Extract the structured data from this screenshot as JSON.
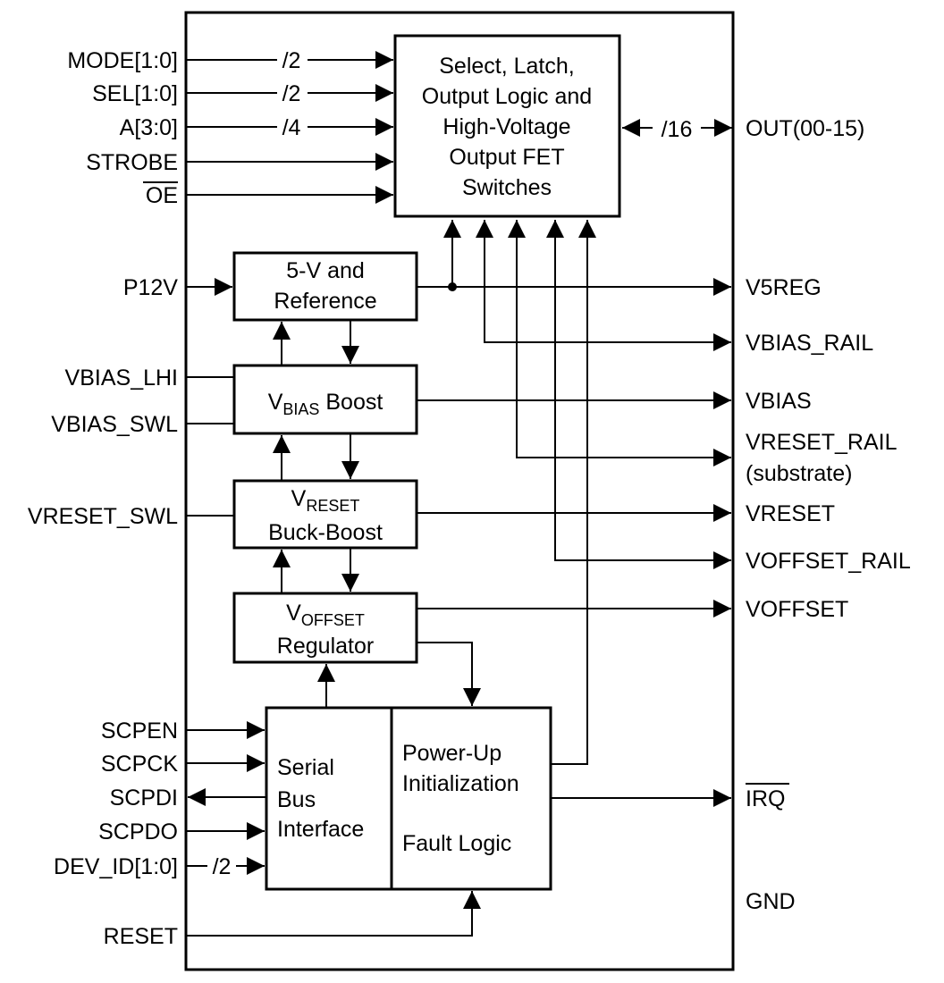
{
  "inputs": {
    "mode": "MODE[1:0]",
    "sel": "SEL[1:0]",
    "a": "A[3:0]",
    "strobe": "STROBE",
    "oe": "OE",
    "p12v": "P12V",
    "vbias_lhi": "VBIAS_LHI",
    "vbias_swl": "VBIAS_SWL",
    "vreset_swl": "VRESET_SWL",
    "scpen": "SCPEN",
    "scpck": "SCPCK",
    "scpdi": "SCPDI",
    "scpdo": "SCPDO",
    "dev_id": "DEV_ID[1:0]",
    "reset": "RESET"
  },
  "bus_widths": {
    "mode": "/2",
    "sel": "/2",
    "a": "/4",
    "out": "/16",
    "dev_id": "/2"
  },
  "outputs": {
    "out": "OUT(00-15)",
    "v5reg": "V5REG",
    "vbias_rail": "VBIAS_RAIL",
    "vbias": "VBIAS",
    "vreset_rail": "VRESET_RAIL",
    "vreset_rail_note": "(substrate)",
    "vreset": "VRESET",
    "voffset_rail": "VOFFSET_RAIL",
    "voffset": "VOFFSET",
    "irq": "IRQ",
    "gnd": "GND"
  },
  "blocks": {
    "logic": [
      "Select, Latch,",
      "Output Logic and",
      "High-Voltage",
      "Output FET",
      "Switches"
    ],
    "ref": [
      "5-V and",
      "Reference"
    ],
    "vbias_main": "V",
    "vbias_sub": "BIAS",
    "vbias_rest": " Boost",
    "vreset_main": "V",
    "vreset_sub": "RESET",
    "vreset_line2": "Buck-Boost",
    "voffset_main": "V",
    "voffset_sub": "OFFSET",
    "voffset_line2": "Regulator",
    "serial": [
      "Serial",
      "Bus",
      "Interface"
    ],
    "powerup": [
      "Power-Up",
      "Initialization"
    ],
    "fault": "Fault Logic"
  }
}
